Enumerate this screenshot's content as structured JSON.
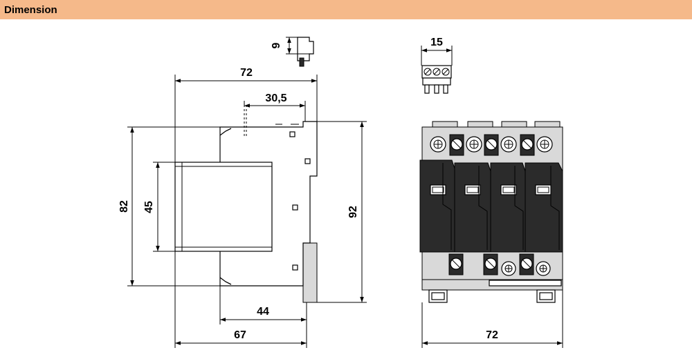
{
  "header": {
    "title": "Dimension"
  },
  "colors": {
    "header_bg": "#f5b98a",
    "body_gray": "#d9d9d9",
    "module_dark": "#2b2b2b"
  },
  "dimensions": {
    "plug_height": "9",
    "plug_width": "15",
    "side_overall_width": "72",
    "side_cover_offset": "30,5",
    "side_overall_height": "82",
    "side_front_height": "45",
    "side_rear_height": "92",
    "side_front_depth": "44",
    "side_total_depth": "67",
    "front_width": "72"
  }
}
